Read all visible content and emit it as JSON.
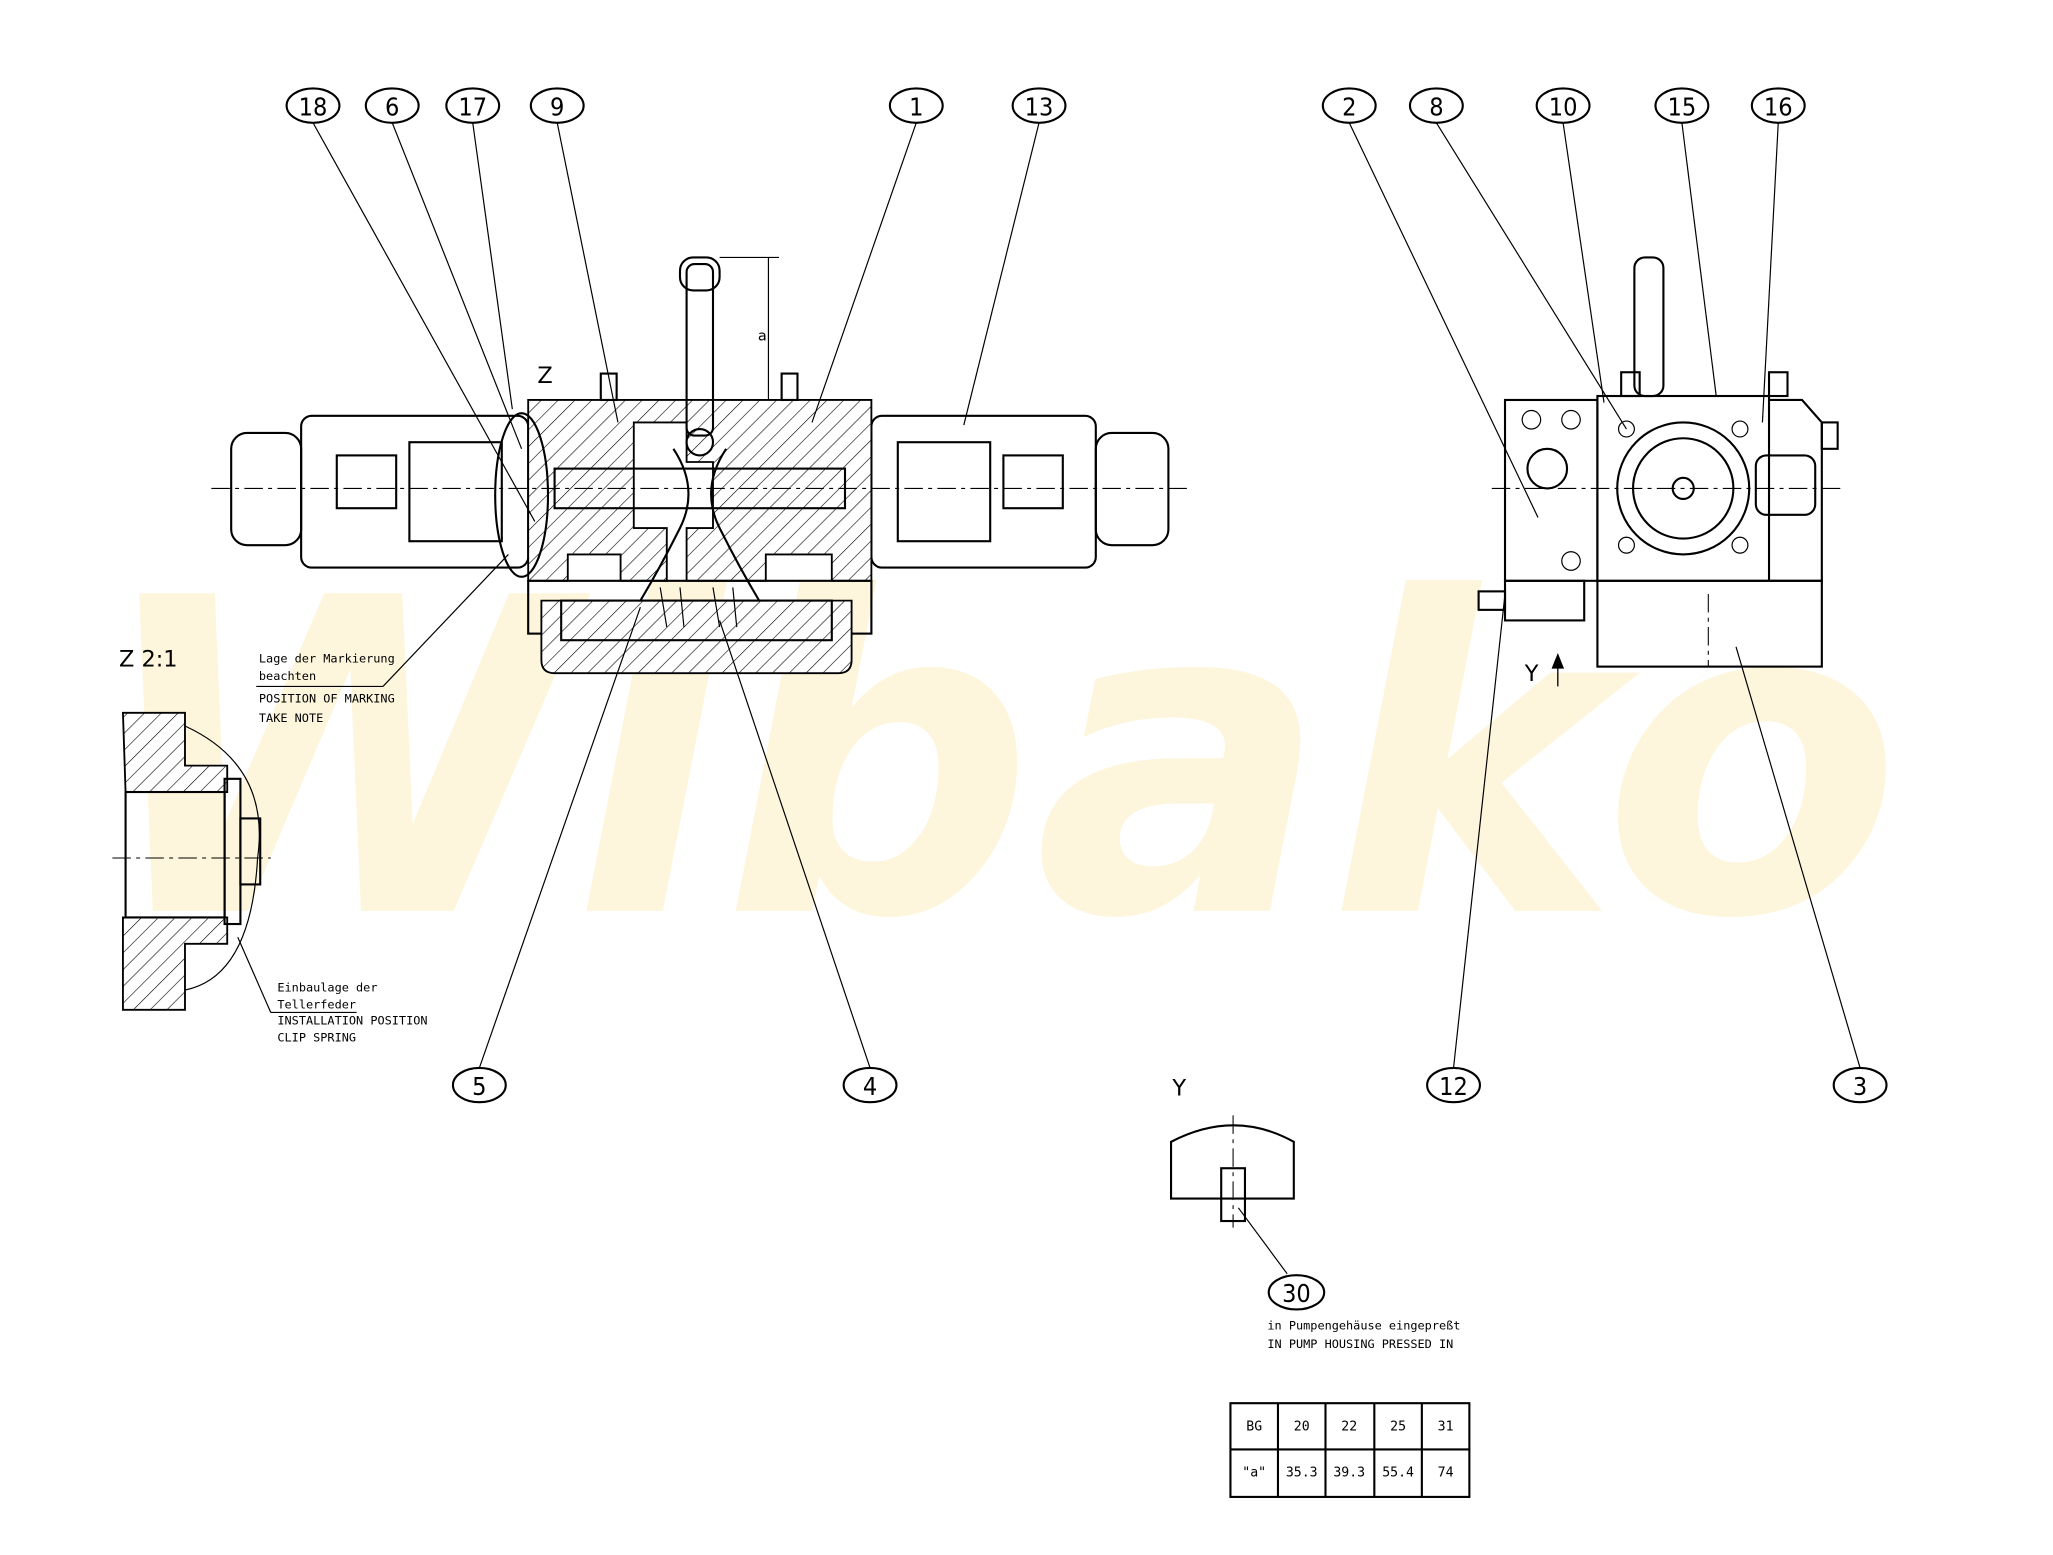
{
  "watermark": "Wibako",
  "balloons": {
    "b18": "18",
    "b6": "6",
    "b17": "17",
    "b9": "9",
    "b1": "1",
    "b13": "13",
    "b2": "2",
    "b8": "8",
    "b10": "10",
    "b15": "15",
    "b16": "16",
    "b5": "5",
    "b4": "4",
    "b12": "12",
    "b3": "3",
    "b30": "30"
  },
  "labels": {
    "view_z": "Z",
    "detail_z": "Z 2:1",
    "view_y_arrow": "Y",
    "view_y_title": "Y",
    "dim_a": "a"
  },
  "notes": {
    "marking_de_1": "Lage der Markierung",
    "marking_de_2": "beachten",
    "marking_en_1": "POSITION OF MARKING",
    "marking_en_2": "TAKE NOTE",
    "install_de_1": "Einbaulage der",
    "install_de_2": "Tellerfeder",
    "install_en_1": "INSTALLATION POSITION",
    "install_en_2": "CLIP SPRING",
    "pin_de": "in Pumpengehäuse eingepreßt",
    "pin_en": "IN PUMP HOUSING PRESSED IN"
  },
  "table": {
    "header": [
      "BG",
      "20",
      "22",
      "25",
      "31"
    ],
    "row": [
      "\"a\"",
      "35.3",
      "39.3",
      "55.4",
      "74"
    ]
  }
}
